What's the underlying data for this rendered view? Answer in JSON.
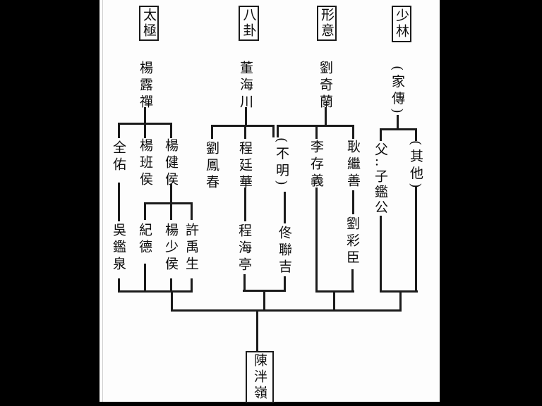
{
  "window": {
    "background_color": "#000000",
    "paper_color": "#fdfdfd",
    "ink_color": "#1b1b1b",
    "description": "Scanned martial-arts lineage tree converging to Chen Panling, shown on black letterboxed background"
  },
  "nodes": {
    "taiji_header": "太極",
    "bagua_header": "八卦",
    "xingyi_header": "形意",
    "shaolin_header": "少林",
    "yang_luchan": "楊露禪",
    "quan_you": "全佑",
    "yang_banhou": "楊班侯",
    "yang_jianhou": "楊健侯",
    "wu_jianquan": "吳鑑泉",
    "ji_de": "紀德",
    "yang_shaohou": "楊少侯",
    "xu_yusheng": "許禹生",
    "dong_haichuan": "董海川",
    "liu_fengchun": "劉鳳春",
    "cheng_tinghua": "程廷華",
    "unknown_teacher": "(不明)",
    "cheng_haiting": "程海亭",
    "tong_lianji": "佟聯吉",
    "liu_qilan": "劉奇蘭",
    "li_cunyi": "李存義",
    "geng_jishan": "耿繼善",
    "liu_caichen": "劉彩臣",
    "family_transmission": "(家傳)",
    "father_zijiangong": "父‥子鑑公",
    "others": "(其他)",
    "chen_panling": "陳泮嶺"
  },
  "lineage": [
    {
      "style": "太極",
      "teacher": "楊露禪",
      "students": [
        {
          "name": "全佑",
          "students": [
            {
              "name": "吳鑑泉"
            }
          ]
        },
        {
          "name": "楊班侯"
        },
        {
          "name": "楊健侯",
          "students": [
            {
              "name": "紀德"
            },
            {
              "name": "楊少侯"
            },
            {
              "name": "許禹生"
            }
          ]
        }
      ]
    },
    {
      "style": "八卦",
      "teacher": "董海川",
      "students": [
        {
          "name": "劉鳳春"
        },
        {
          "name": "程廷華",
          "students": [
            {
              "name": "程海亭"
            }
          ]
        },
        {
          "name": "(不明)",
          "note": "also connected to 劉奇蘭",
          "students": [
            {
              "name": "佟聯吉"
            }
          ]
        }
      ]
    },
    {
      "style": "形意",
      "teacher": "劉奇蘭",
      "students": [
        {
          "name": "(不明)"
        },
        {
          "name": "李存義"
        },
        {
          "name": "耿繼善",
          "students": [
            {
              "name": "劉彩臣"
            }
          ]
        }
      ]
    },
    {
      "style": "少林",
      "teacher": "(家傳)",
      "students": [
        {
          "name": "父‥子鑑公"
        },
        {
          "name": "(其他)"
        }
      ]
    },
    {
      "converges_to": "陳泮嶺"
    }
  ]
}
